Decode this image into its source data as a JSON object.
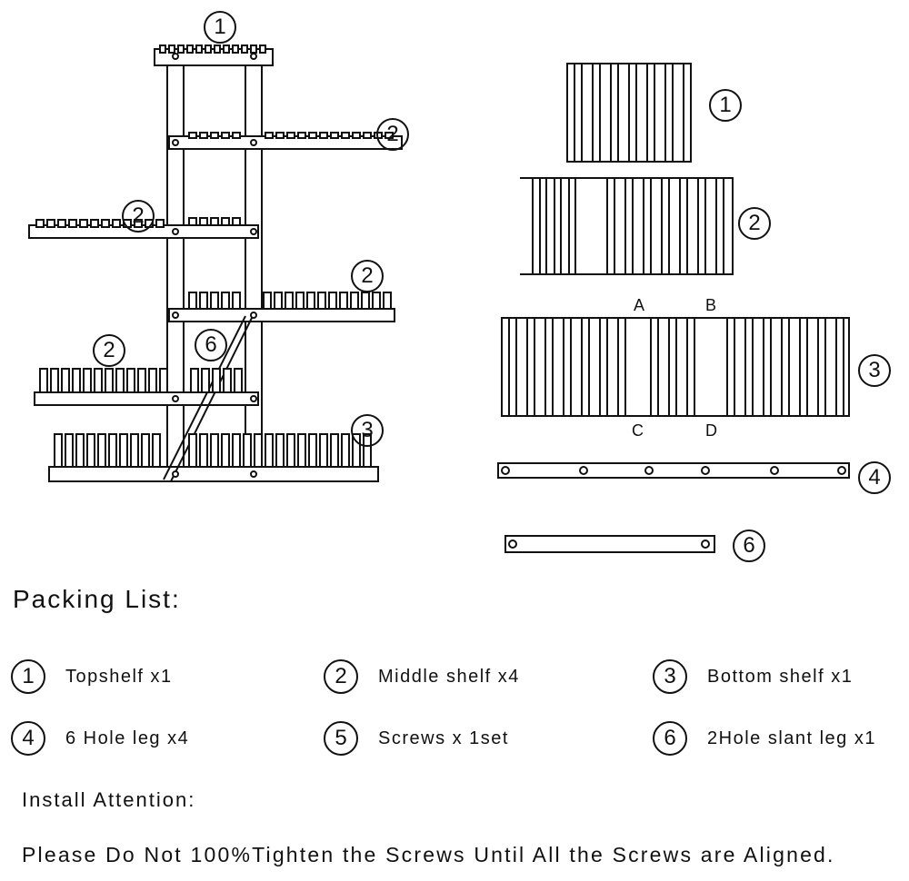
{
  "diagram": {
    "assembled_labels": [
      "1",
      "2",
      "2",
      "2",
      "2",
      "6",
      "3"
    ],
    "part_labels": [
      "1",
      "2",
      "3",
      "4",
      "6"
    ],
    "joint_labels": [
      "A",
      "B",
      "C",
      "D"
    ]
  },
  "packing": {
    "title": "Packing List:",
    "items": [
      {
        "num": "1",
        "label": "Topshelf x1"
      },
      {
        "num": "2",
        "label": "Middle shelf x4"
      },
      {
        "num": "3",
        "label": "Bottom shelf x1"
      },
      {
        "num": "4",
        "label": "6 Hole leg x4"
      },
      {
        "num": "5",
        "label": "Screws x 1set"
      },
      {
        "num": "6",
        "label": "2Hole slant leg x1"
      }
    ]
  },
  "attention": {
    "title": "Install Attention:",
    "text": "Please Do Not 100%Tighten the Screws Until All the Screws are Aligned."
  }
}
